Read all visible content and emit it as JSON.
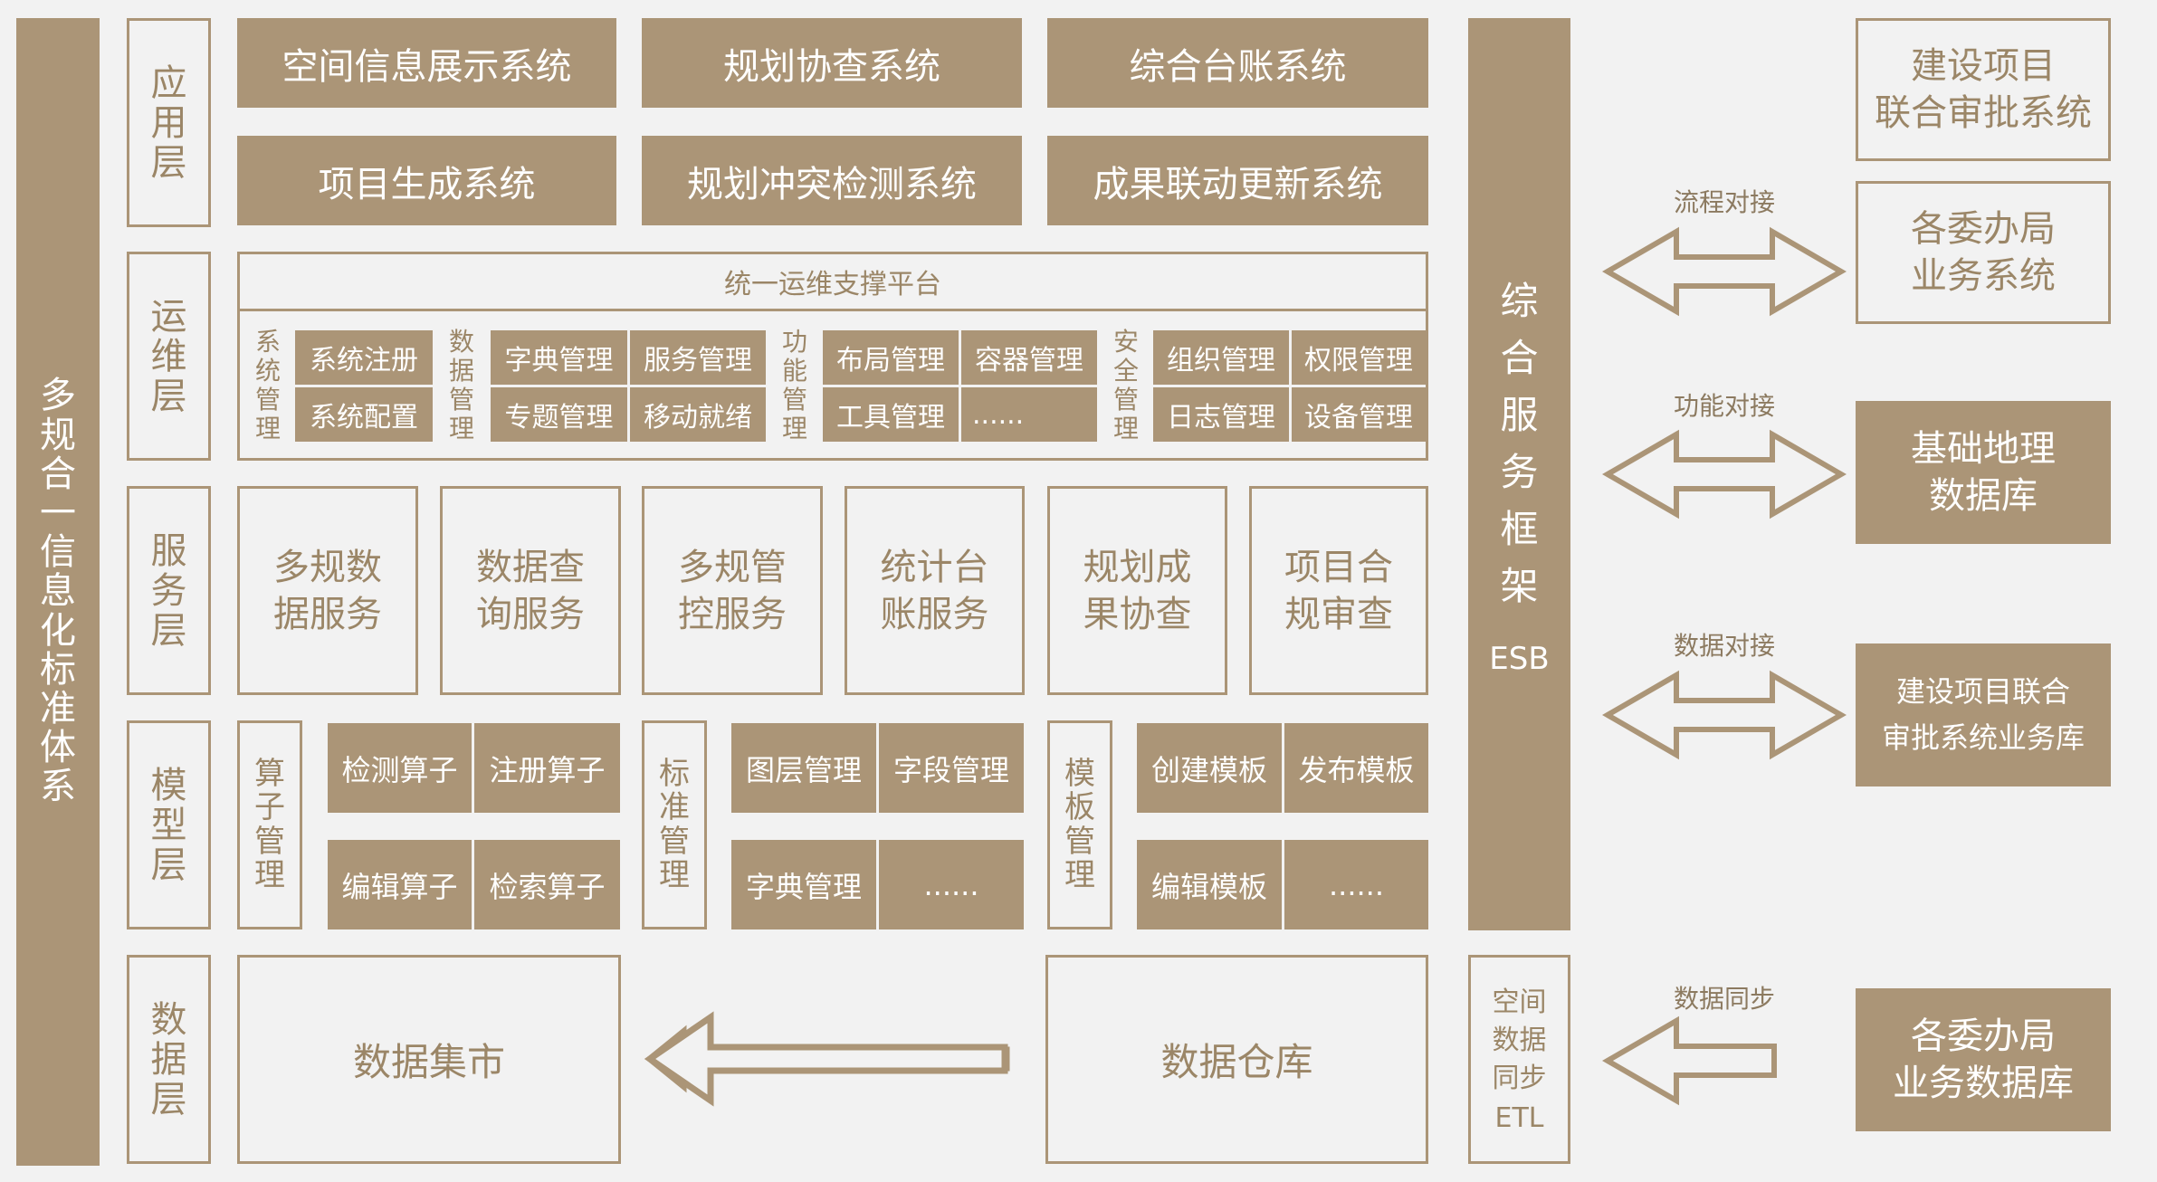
{
  "colors": {
    "accent": "#ab9577",
    "background": "#f2f2f2",
    "outline_text": "#9b8667"
  },
  "left_title": "多规合一信息化标准体系",
  "layers": {
    "application": "应用层",
    "ops": "运维层",
    "service": "服务层",
    "model": "模型层",
    "data": "数据层"
  },
  "application_systems": [
    "空间信息展示系统",
    "规划协查系统",
    "综合台账系统",
    "项目生成系统",
    "规划冲突检测系统",
    "成果联动更新系统"
  ],
  "ops": {
    "platform_title": "统一运维支撑平台",
    "groups": [
      {
        "label": "系统管理",
        "items": [
          "系统注册",
          "系统配置"
        ]
      },
      {
        "label": "数据管理",
        "items": [
          "字典管理",
          "服务管理",
          "专题管理",
          "移动就绪"
        ]
      },
      {
        "label": "功能管理",
        "items": [
          "布局管理",
          "容器管理",
          "工具管理",
          "......"
        ]
      },
      {
        "label": "安全管理",
        "items": [
          "组织管理",
          "权限管理",
          "日志管理",
          "设备管理"
        ]
      }
    ]
  },
  "services": [
    "多规数\n据服务",
    "数据查\n询服务",
    "多规管\n控服务",
    "统计台\n账服务",
    "规划成\n果协查",
    "项目合\n规审查"
  ],
  "model": {
    "groups": [
      {
        "label": "算子管理",
        "items": [
          "检测算子",
          "注册算子",
          "编辑算子",
          "检索算子"
        ]
      },
      {
        "label": "标准管理",
        "items": [
          "图层管理",
          "字段管理",
          "字典管理",
          "......"
        ]
      },
      {
        "label": "模板管理",
        "items": [
          "创建模板",
          "发布模板",
          "编辑模板",
          "......"
        ]
      }
    ]
  },
  "data_layer": {
    "mart": "数据集市",
    "warehouse": "数据仓库"
  },
  "esb": {
    "label": "综合服务框架",
    "sub": "ESB"
  },
  "etl": {
    "label": "空间数据同步",
    "sub": "ETL"
  },
  "right_systems": [
    "建设项目\n联合审批系统",
    "各委办局\n业务系统",
    "基础地理\n数据库",
    "建设项目联合\n审批系统业务库",
    "各委办局\n业务数据库"
  ],
  "connectors": [
    "流程对接",
    "功能对接",
    "数据对接",
    "数据同步"
  ]
}
